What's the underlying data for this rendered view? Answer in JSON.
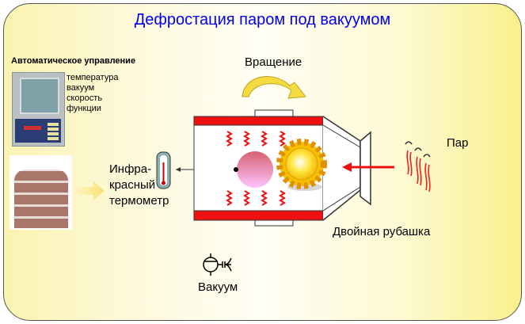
{
  "title": "Дефростация паром под вакуумом",
  "control": {
    "heading": "Автоматическое управление",
    "items": [
      "температура",
      "вакуум",
      "скорость",
      "функции"
    ]
  },
  "thermometer_label": {
    "line1": "Инфра-",
    "line2": "красный",
    "line3": "термометр"
  },
  "rotation_label": "Вращение",
  "steam_label": "Пар",
  "jacket_label": "Двойная рубашка",
  "vacuum_label": "Вакуум",
  "colors": {
    "title": "#0000ee",
    "jacket": "#ee1111",
    "arrow": "#f0d040"
  }
}
